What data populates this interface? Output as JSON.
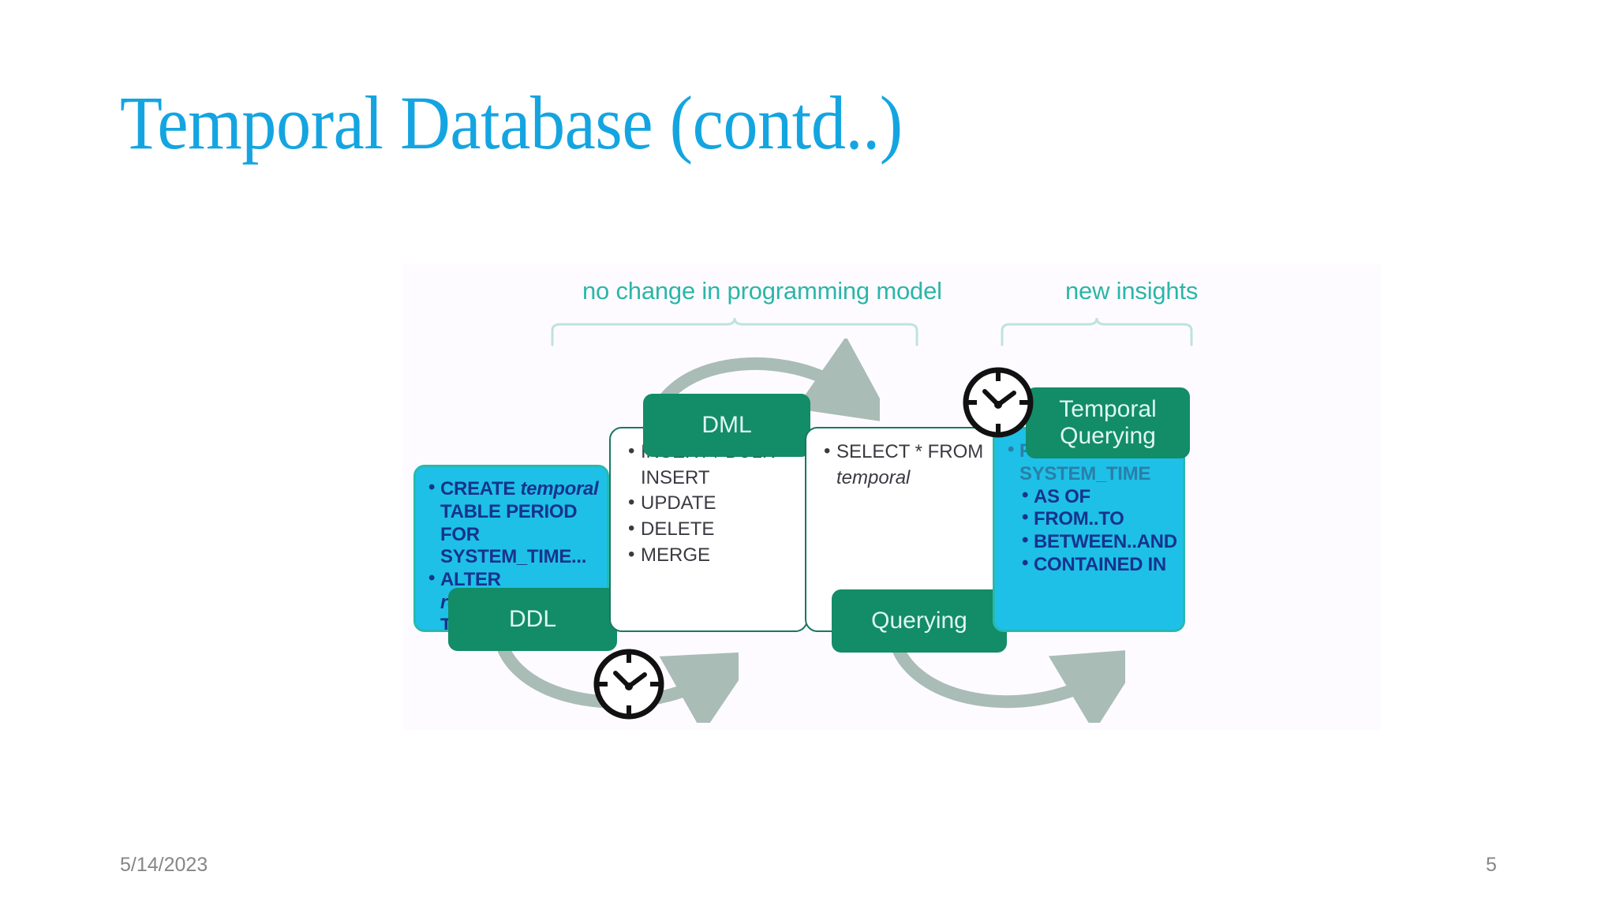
{
  "slide": {
    "title": "Temporal Database (contd..)",
    "title_color": "#14A5E1",
    "footer": {
      "date": "5/14/2023",
      "page_number": "5"
    }
  },
  "diagram": {
    "captions": {
      "no_change": "no change in programming model",
      "new_insights": "new insights",
      "caption_color": "#2BB6A8"
    },
    "colors": {
      "cyan_fill": "#1EC0E8",
      "cyan_border": "#27B9B0",
      "green_tab": "#138C68",
      "outline_green": "#19775F",
      "arrow_gray": "#A9BCB6",
      "bullet_navy": "#17338C"
    },
    "ddl": {
      "tab_label": "DDL",
      "items": [
        {
          "bold": "CREATE ",
          "italic": "temporal",
          "cont": "TABLE PERIOD FOR SYSTEM_TIME..."
        },
        {
          "bold": "ALTER ",
          "italic": "regular_table",
          "cont": "TABLE ADD PERIOD..."
        }
      ]
    },
    "dml": {
      "tab_label": "DML",
      "items": [
        "INSERT / BULK INSERT",
        "UPDATE",
        "DELETE",
        "MERGE"
      ]
    },
    "querying": {
      "tab_label": "Querying",
      "items": [
        {
          "text": "SELECT * FROM ",
          "italic": "temporal"
        }
      ]
    },
    "temporal_querying": {
      "tab_label": "Temporal\nQuerying",
      "tab_label_line1": "Temporal",
      "tab_label_line2": "Querying",
      "header_item": "FOR SYSTEM_TIME",
      "sub_items": [
        "AS OF",
        "FROM..TO",
        "BETWEEN..AND",
        "CONTAINED IN"
      ]
    },
    "icons": {
      "clock_left": "clock-icon",
      "clock_right": "clock-icon",
      "arrow_ddl_to_dml": "curved-arrow-icon",
      "arrow_dml_to_querying": "curved-arrow-icon",
      "arrow_querying_to_temporal": "curved-arrow-icon"
    }
  }
}
